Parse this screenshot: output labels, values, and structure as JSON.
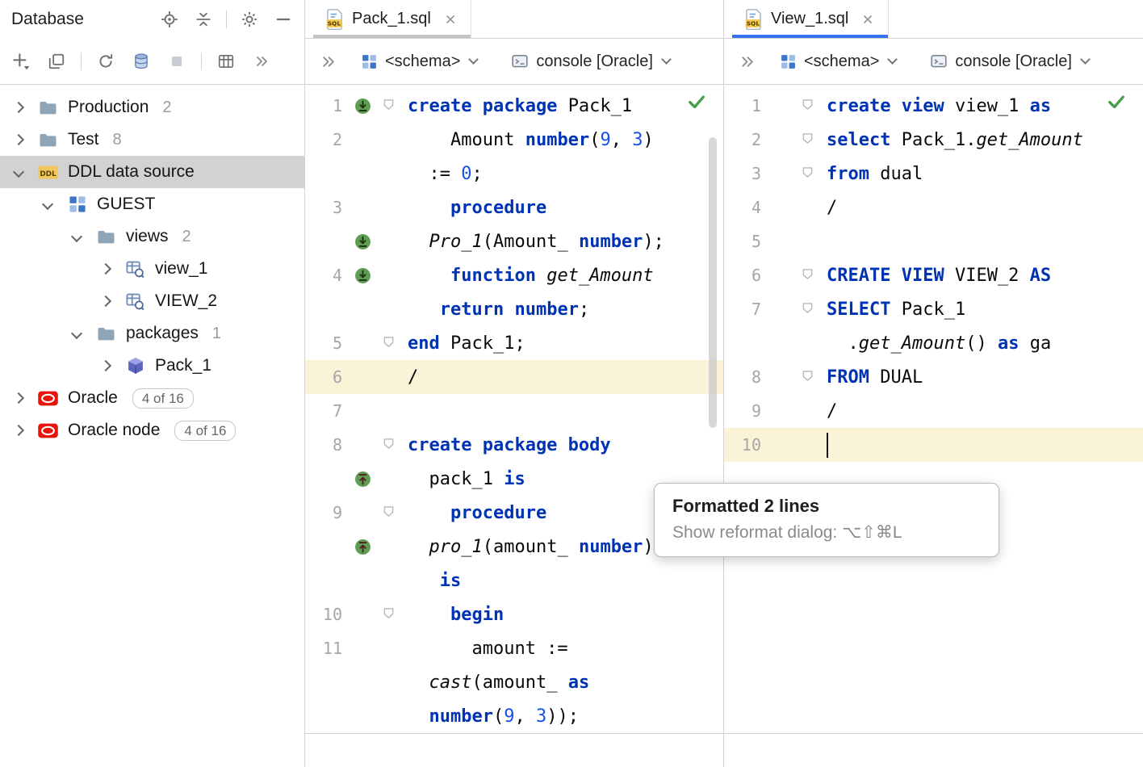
{
  "colors": {
    "keyword": "#0033b3",
    "number_literal": "#1750eb",
    "active_tab_underline": "#3574f0",
    "line_highlight": "#fbf3d8",
    "selected_tree_row": "#d2d2d2",
    "check_green": "#43a047"
  },
  "left_panel": {
    "title": "Database",
    "header_icons": [
      "locate-icon",
      "collapse-all-icon",
      "sep",
      "settings-gear-icon",
      "hide-tool-window-icon"
    ],
    "toolbar_icons": [
      "add-icon",
      "duplicate-icon",
      "sep",
      "refresh-icon",
      "data-source-properties-icon",
      "stop-icon",
      "sep",
      "table-view-icon",
      "more-actions-icon"
    ],
    "tree": [
      {
        "label": "Production",
        "count": "2",
        "level": 0,
        "chevron": "right",
        "icon": "folder-icon"
      },
      {
        "label": "Test",
        "count": "8",
        "level": 0,
        "chevron": "right",
        "icon": "folder-icon"
      },
      {
        "label": "DDL data source",
        "level": 0,
        "chevron": "down",
        "icon": "ddl-icon",
        "selected": true
      },
      {
        "label": "GUEST",
        "level": 1,
        "chevron": "down",
        "icon": "schema-icon"
      },
      {
        "label": "views",
        "count": "2",
        "level": 2,
        "chevron": "down",
        "icon": "folder-icon"
      },
      {
        "label": "view_1",
        "level": 3,
        "chevron": "right",
        "icon": "view-icon"
      },
      {
        "label": "VIEW_2",
        "level": 3,
        "chevron": "right",
        "icon": "view-icon"
      },
      {
        "label": "packages",
        "count": "1",
        "level": 2,
        "chevron": "down",
        "icon": "folder-icon"
      },
      {
        "label": "Pack_1",
        "level": 3,
        "chevron": "right",
        "icon": "package-icon"
      },
      {
        "label": "Oracle",
        "badge": "4 of 16",
        "level": 0,
        "chevron": "right",
        "icon": "oracle-icon"
      },
      {
        "label": "Oracle node",
        "badge": "4 of 16",
        "level": 0,
        "chevron": "right",
        "icon": "oracle-icon"
      }
    ]
  },
  "editors": [
    {
      "tab": {
        "label": "Pack_1.sql",
        "icon": "sql-file-icon",
        "close_icon": "close-icon",
        "active": false
      },
      "toolbar": {
        "overflow_icon": "double-chevron-icon",
        "schema_icon": "schema-selector-icon",
        "schema_label": "<schema>",
        "console_icon": "console-icon",
        "console_label": "console [Oracle]"
      },
      "check_icon": "check-icon",
      "rows": [
        {
          "ln": "1",
          "g": "down",
          "fold": true,
          "segs": [
            [
              "k",
              "create package "
            ],
            [
              "p",
              "Pack_1"
            ]
          ]
        },
        {
          "ln": "2",
          "segs": [
            [
              "p",
              "    Amount "
            ],
            [
              "k",
              "number"
            ],
            [
              "p",
              "("
            ],
            [
              "n",
              "9"
            ],
            [
              "p",
              ", "
            ],
            [
              "n",
              "3"
            ],
            [
              "p",
              ")"
            ]
          ]
        },
        {
          "segs": [
            [
              "p",
              "  := "
            ],
            [
              "n",
              "0"
            ],
            [
              "p",
              ";"
            ]
          ]
        },
        {
          "ln": "3",
          "segs": [
            [
              "p",
              "    "
            ],
            [
              "k",
              "procedure"
            ]
          ]
        },
        {
          "g": "down",
          "segs": [
            [
              "p",
              "  "
            ],
            [
              "i",
              "Pro_1"
            ],
            [
              "p",
              "(Amount_ "
            ],
            [
              "k",
              "number"
            ],
            [
              "p",
              ");"
            ]
          ]
        },
        {
          "ln": "4",
          "g": "down",
          "segs": [
            [
              "p",
              "    "
            ],
            [
              "k",
              "function "
            ],
            [
              "i",
              "get_Amount"
            ]
          ]
        },
        {
          "segs": [
            [
              "p",
              "   "
            ],
            [
              "k",
              "return number"
            ],
            [
              "p",
              ";"
            ]
          ]
        },
        {
          "ln": "5",
          "fold": true,
          "segs": [
            [
              "k",
              "end "
            ],
            [
              "p",
              "Pack_1;"
            ]
          ]
        },
        {
          "ln": "6",
          "hl": true,
          "segs": [
            [
              "p",
              "/"
            ]
          ]
        },
        {
          "ln": "7",
          "segs": []
        },
        {
          "ln": "8",
          "fold": true,
          "segs": [
            [
              "k",
              "create package body"
            ]
          ]
        },
        {
          "g": "up",
          "segs": [
            [
              "p",
              "  pack_1 "
            ],
            [
              "k",
              "is"
            ]
          ]
        },
        {
          "ln": "9",
          "fold": true,
          "segs": [
            [
              "p",
              "    "
            ],
            [
              "k",
              "procedure"
            ]
          ]
        },
        {
          "g": "up",
          "segs": [
            [
              "p",
              "  "
            ],
            [
              "i",
              "pro_1"
            ],
            [
              "p",
              "(amount_ "
            ],
            [
              "k",
              "number"
            ],
            [
              "p",
              ")"
            ]
          ]
        },
        {
          "segs": [
            [
              "p",
              "   "
            ],
            [
              "k",
              "is"
            ]
          ]
        },
        {
          "ln": "10",
          "fold": true,
          "segs": [
            [
              "p",
              "    "
            ],
            [
              "k",
              "begin"
            ]
          ]
        },
        {
          "ln": "11",
          "segs": [
            [
              "p",
              "      amount :="
            ]
          ]
        },
        {
          "segs": [
            [
              "p",
              "  "
            ],
            [
              "i",
              "cast"
            ],
            [
              "p",
              "(amount_ "
            ],
            [
              "k",
              "as"
            ]
          ]
        },
        {
          "segs": [
            [
              "p",
              "  "
            ],
            [
              "k",
              "number"
            ],
            [
              "p",
              "("
            ],
            [
              "n",
              "9"
            ],
            [
              "p",
              ", "
            ],
            [
              "n",
              "3"
            ],
            [
              "p",
              "));"
            ]
          ]
        }
      ]
    },
    {
      "tab": {
        "label": "View_1.sql",
        "icon": "sql-file-icon",
        "close_icon": "close-icon",
        "active": true
      },
      "toolbar": {
        "overflow_icon": "double-chevron-icon",
        "schema_icon": "schema-selector-icon",
        "schema_label": "<schema>",
        "console_icon": "console-icon",
        "console_label": "console [Oracle]"
      },
      "check_icon": "check-icon",
      "rows": [
        {
          "ln": "1",
          "fold": true,
          "segs": [
            [
              "k",
              "create view "
            ],
            [
              "p",
              "view_1 "
            ],
            [
              "k",
              "as"
            ]
          ]
        },
        {
          "ln": "2",
          "fold": true,
          "segs": [
            [
              "k",
              "select "
            ],
            [
              "p",
              "Pack_1."
            ],
            [
              "i",
              "get_Amount"
            ]
          ]
        },
        {
          "ln": "3",
          "fold": true,
          "segs": [
            [
              "k",
              "from "
            ],
            [
              "p",
              "dual"
            ]
          ]
        },
        {
          "ln": "4",
          "segs": [
            [
              "p",
              "/"
            ]
          ]
        },
        {
          "ln": "5",
          "segs": []
        },
        {
          "ln": "6",
          "fold": true,
          "segs": [
            [
              "k",
              "CREATE VIEW "
            ],
            [
              "p",
              "VIEW_2 "
            ],
            [
              "k",
              "AS"
            ]
          ]
        },
        {
          "ln": "7",
          "fold": true,
          "segs": [
            [
              "k",
              "SELECT "
            ],
            [
              "p",
              "Pack_1"
            ]
          ]
        },
        {
          "segs": [
            [
              "p",
              "  ."
            ],
            [
              "i",
              "get_Amount"
            ],
            [
              "p",
              "() "
            ],
            [
              "k",
              "as"
            ],
            [
              "p",
              " ga"
            ]
          ]
        },
        {
          "ln": "8",
          "fold": true,
          "segs": [
            [
              "k",
              "FROM "
            ],
            [
              "p",
              "DUAL"
            ]
          ]
        },
        {
          "ln": "9",
          "segs": [
            [
              "p",
              "/"
            ]
          ]
        },
        {
          "ln": "10",
          "hl": true,
          "cur": true,
          "segs": []
        }
      ]
    }
  ],
  "tooltip": {
    "title": "Formatted 2 lines",
    "subtitle": "Show reformat dialog: ⌥⇧⌘L"
  }
}
